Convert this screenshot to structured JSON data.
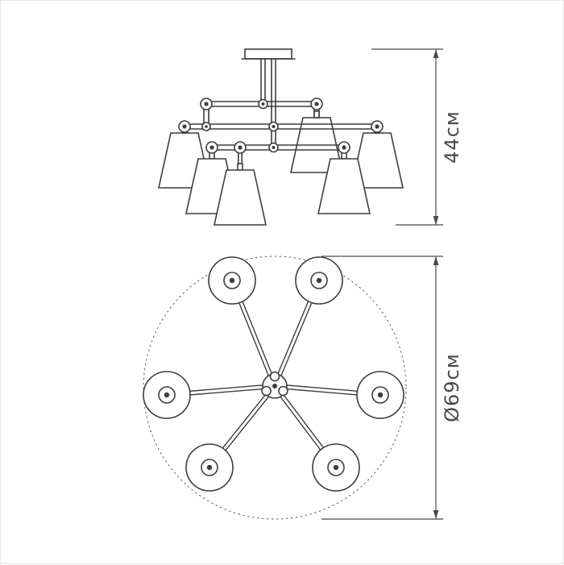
{
  "dimensions": {
    "height": "44см",
    "diameter": "Ø69см"
  },
  "colors": {
    "line": "#3d3d3d",
    "text": "#4a4a4a",
    "dashed_circle": "#666666",
    "background": "#ffffff"
  },
  "views": {
    "side_view_name": "chandelier-side-elevation",
    "top_view_name": "chandelier-plan-view",
    "shade_count": 6
  }
}
